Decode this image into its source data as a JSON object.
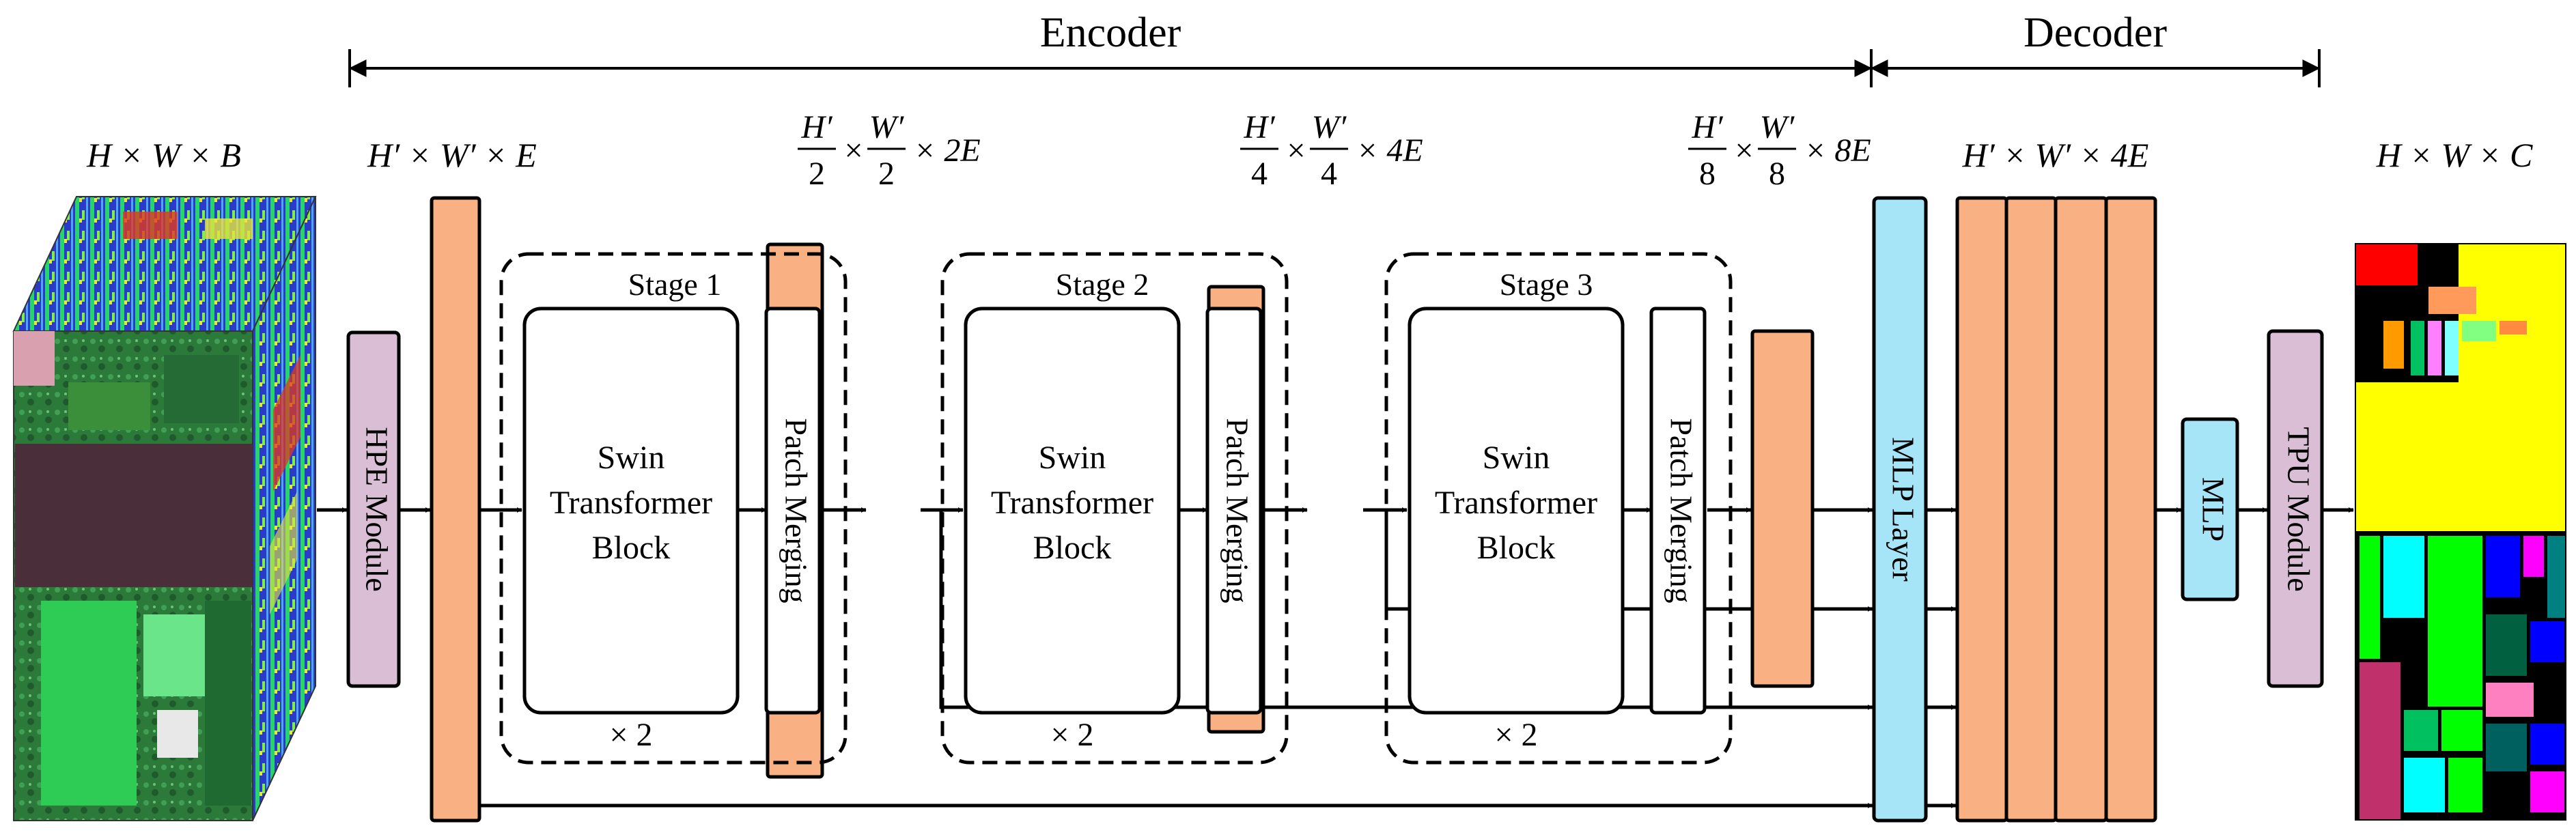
{
  "header": {
    "encoder": "Encoder",
    "decoder": "Decoder"
  },
  "dims": {
    "input": "H × W × B",
    "embed": "H′ × W′ × E",
    "s1": {
      "n1": "H′",
      "n2": "W′",
      "d": "2",
      "suffix": "× 2E"
    },
    "s2": {
      "n1": "H′",
      "n2": "W′",
      "d": "4",
      "suffix": "× 4E"
    },
    "s3": {
      "n1": "H′",
      "n2": "W′",
      "d": "8",
      "suffix": "× 8E"
    },
    "decoder": "H′ × W′ × 4E",
    "output": "H × W × C",
    "times": "×"
  },
  "modules": {
    "hpe": "HPE Module",
    "mlp_layer": "MLP Layer",
    "mlp": "MLP",
    "tpu": "TPU Module"
  },
  "stages": [
    {
      "title": "Stage 1",
      "block": [
        "Swin",
        "Transformer",
        "Block"
      ],
      "merge": "Patch Merging",
      "repeat": "× 2"
    },
    {
      "title": "Stage 2",
      "block": [
        "Swin",
        "Transformer",
        "Block"
      ],
      "merge": "Patch Merging",
      "repeat": "× 2"
    },
    {
      "title": "Stage 3",
      "block": [
        "Swin",
        "Transformer",
        "Block"
      ],
      "merge": "Patch Merging",
      "repeat": "× 2"
    }
  ],
  "colors": {
    "feature": "#F9B183",
    "module_pink": "#D9BED6",
    "module_blue": "#A6E4F7",
    "stroke": "#000000"
  }
}
